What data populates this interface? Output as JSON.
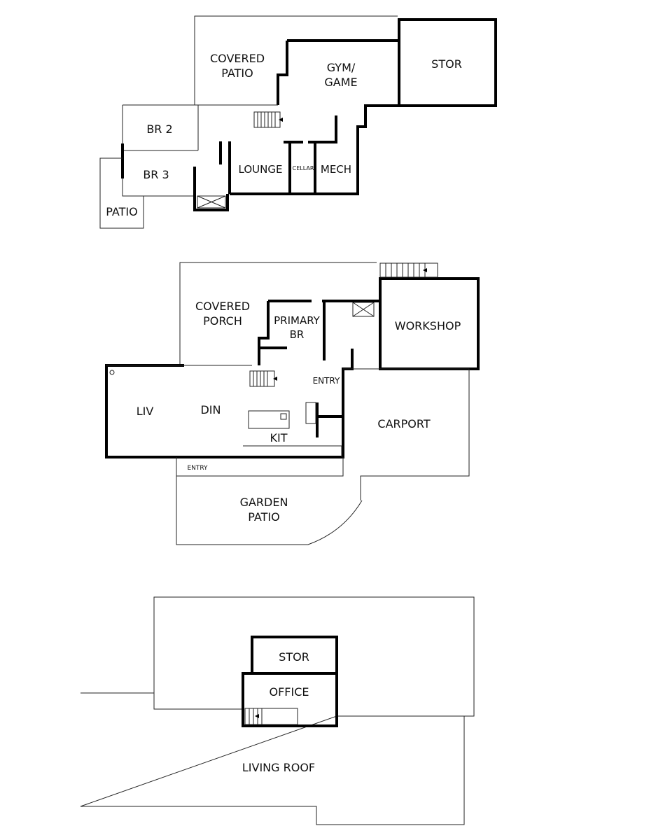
{
  "lower_floor": {
    "rooms": {
      "covered_patio": [
        "COVERED",
        "PATIO"
      ],
      "gym_game": [
        "GYM/",
        "GAME"
      ],
      "stor": "STOR",
      "br2": "BR 2",
      "br3": "BR 3",
      "lounge": "LOUNGE",
      "cellar": "CELLAR",
      "mech": "MECH",
      "patio": "PATIO"
    }
  },
  "main_floor": {
    "rooms": {
      "covered_porch": [
        "COVERED",
        "PORCH"
      ],
      "primary_br": [
        "PRIMARY",
        "BR"
      ],
      "workshop": "WORKSHOP",
      "entry_side": "ENTRY",
      "liv": "LIV",
      "din": "DIN",
      "kit": "KIT",
      "carport": "CARPORT",
      "entry_front": "ENTRY",
      "garden_patio": [
        "GARDEN",
        "PATIO"
      ]
    }
  },
  "upper_floor": {
    "rooms": {
      "stor": "STOR",
      "office": "OFFICE",
      "living_roof": "LIVING ROOF"
    }
  }
}
